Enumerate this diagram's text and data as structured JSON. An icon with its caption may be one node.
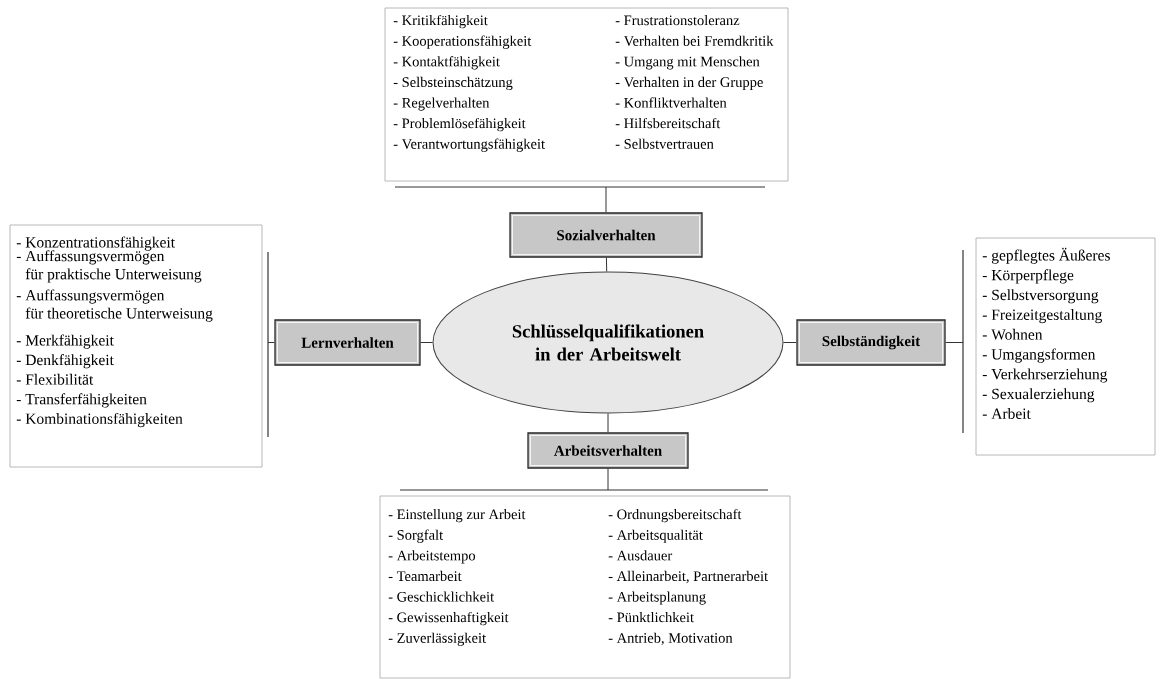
{
  "diagram": {
    "nodes": [
      {
        "text": [
          "- Kritikfähigkeit",
          "- Kooperationsfähigkeit",
          "- Kontaktfähigkeit",
          "- Selbsteinschätzung",
          "- Regelverhalten",
          "- Problemlösefähigkeit",
          "- Verantwortungsfähigkeit",
          "- Frustrationstoleranz",
          "- Verhalten bei Fremdkritik",
          "- Umgang mit Menschen",
          "- Verhalten in der Gruppe",
          "- Konfliktverhalten",
          "- Hilfsbereitschaft",
          "- Selbstvertrauen"
        ]
      },
      {
        "text": [],
        "shape": "bar"
      },
      {
        "text": [
          "Sozialverhalten"
        ]
      },
      {
        "text": [
          "- Konzentrationsfähigkeit",
          "- Auffassungsvermögen für praktische Unterweisung",
          "- Auffassungsvermögen für theoretische Unterweisung",
          "- Merkfähigkeit",
          "- Denkfähigkeit",
          "- Flexibilität",
          "- Transferfähigkeiten",
          "- Kombinationsfähigkeiten"
        ]
      },
      {
        "text": [],
        "shape": "bar"
      },
      {
        "text": [
          "Lernverhalten"
        ]
      },
      {
        "text": [
          "Schlüsselqualifikationen in der Arbeitswelt"
        ]
      },
      {
        "text": [
          "Selbständigkeit"
        ]
      },
      {
        "text": [],
        "shape": "bar"
      },
      {
        "text": [
          "- gepflegtes Äußeres",
          "- Körperpflege",
          "- Selbstversorgung",
          "- Freizeitgestaltung",
          "- Wohnen",
          "- Umgangsformen",
          "- Verkehrserziehung",
          "- Sexualerziehung",
          "- Arbeit"
        ]
      },
      {
        "text": [
          "Arbeitsverhalten"
        ]
      },
      {
        "text": [],
        "shape": "bar"
      },
      {
        "text": [
          "- Einstellung zur Arbeit",
          "- Sorgfalt",
          "- Arbeitstempo",
          "- Teamarbeit",
          "- Geschicklichkeit",
          "- Gewissenhaftigkeit",
          "- Zuverlässigkeit",
          "- Ordnungsbereitschaft",
          "- Arbeitsqualität",
          "- Ausdauer",
          "- Alleinarbeit, Partnerarbeit",
          "- Arbeitsplanung",
          "- Pünktlichkeit",
          "- Antrieb, Motivation"
        ]
      }
    ],
    "edges": [
      {
        "from": 2,
        "to": 1,
        "arrow": "none"
      },
      {
        "from": 6,
        "to": 2,
        "arrow": "none"
      },
      {
        "from": 5,
        "to": 4,
        "arrow": "none"
      },
      {
        "from": 6,
        "to": 5,
        "arrow": "none"
      },
      {
        "from": 6,
        "to": 7,
        "arrow": "none"
      },
      {
        "from": 7,
        "to": 8,
        "arrow": "none"
      },
      {
        "from": 6,
        "to": 10,
        "arrow": "none"
      },
      {
        "from": 10,
        "to": 11,
        "arrow": "none"
      }
    ]
  }
}
